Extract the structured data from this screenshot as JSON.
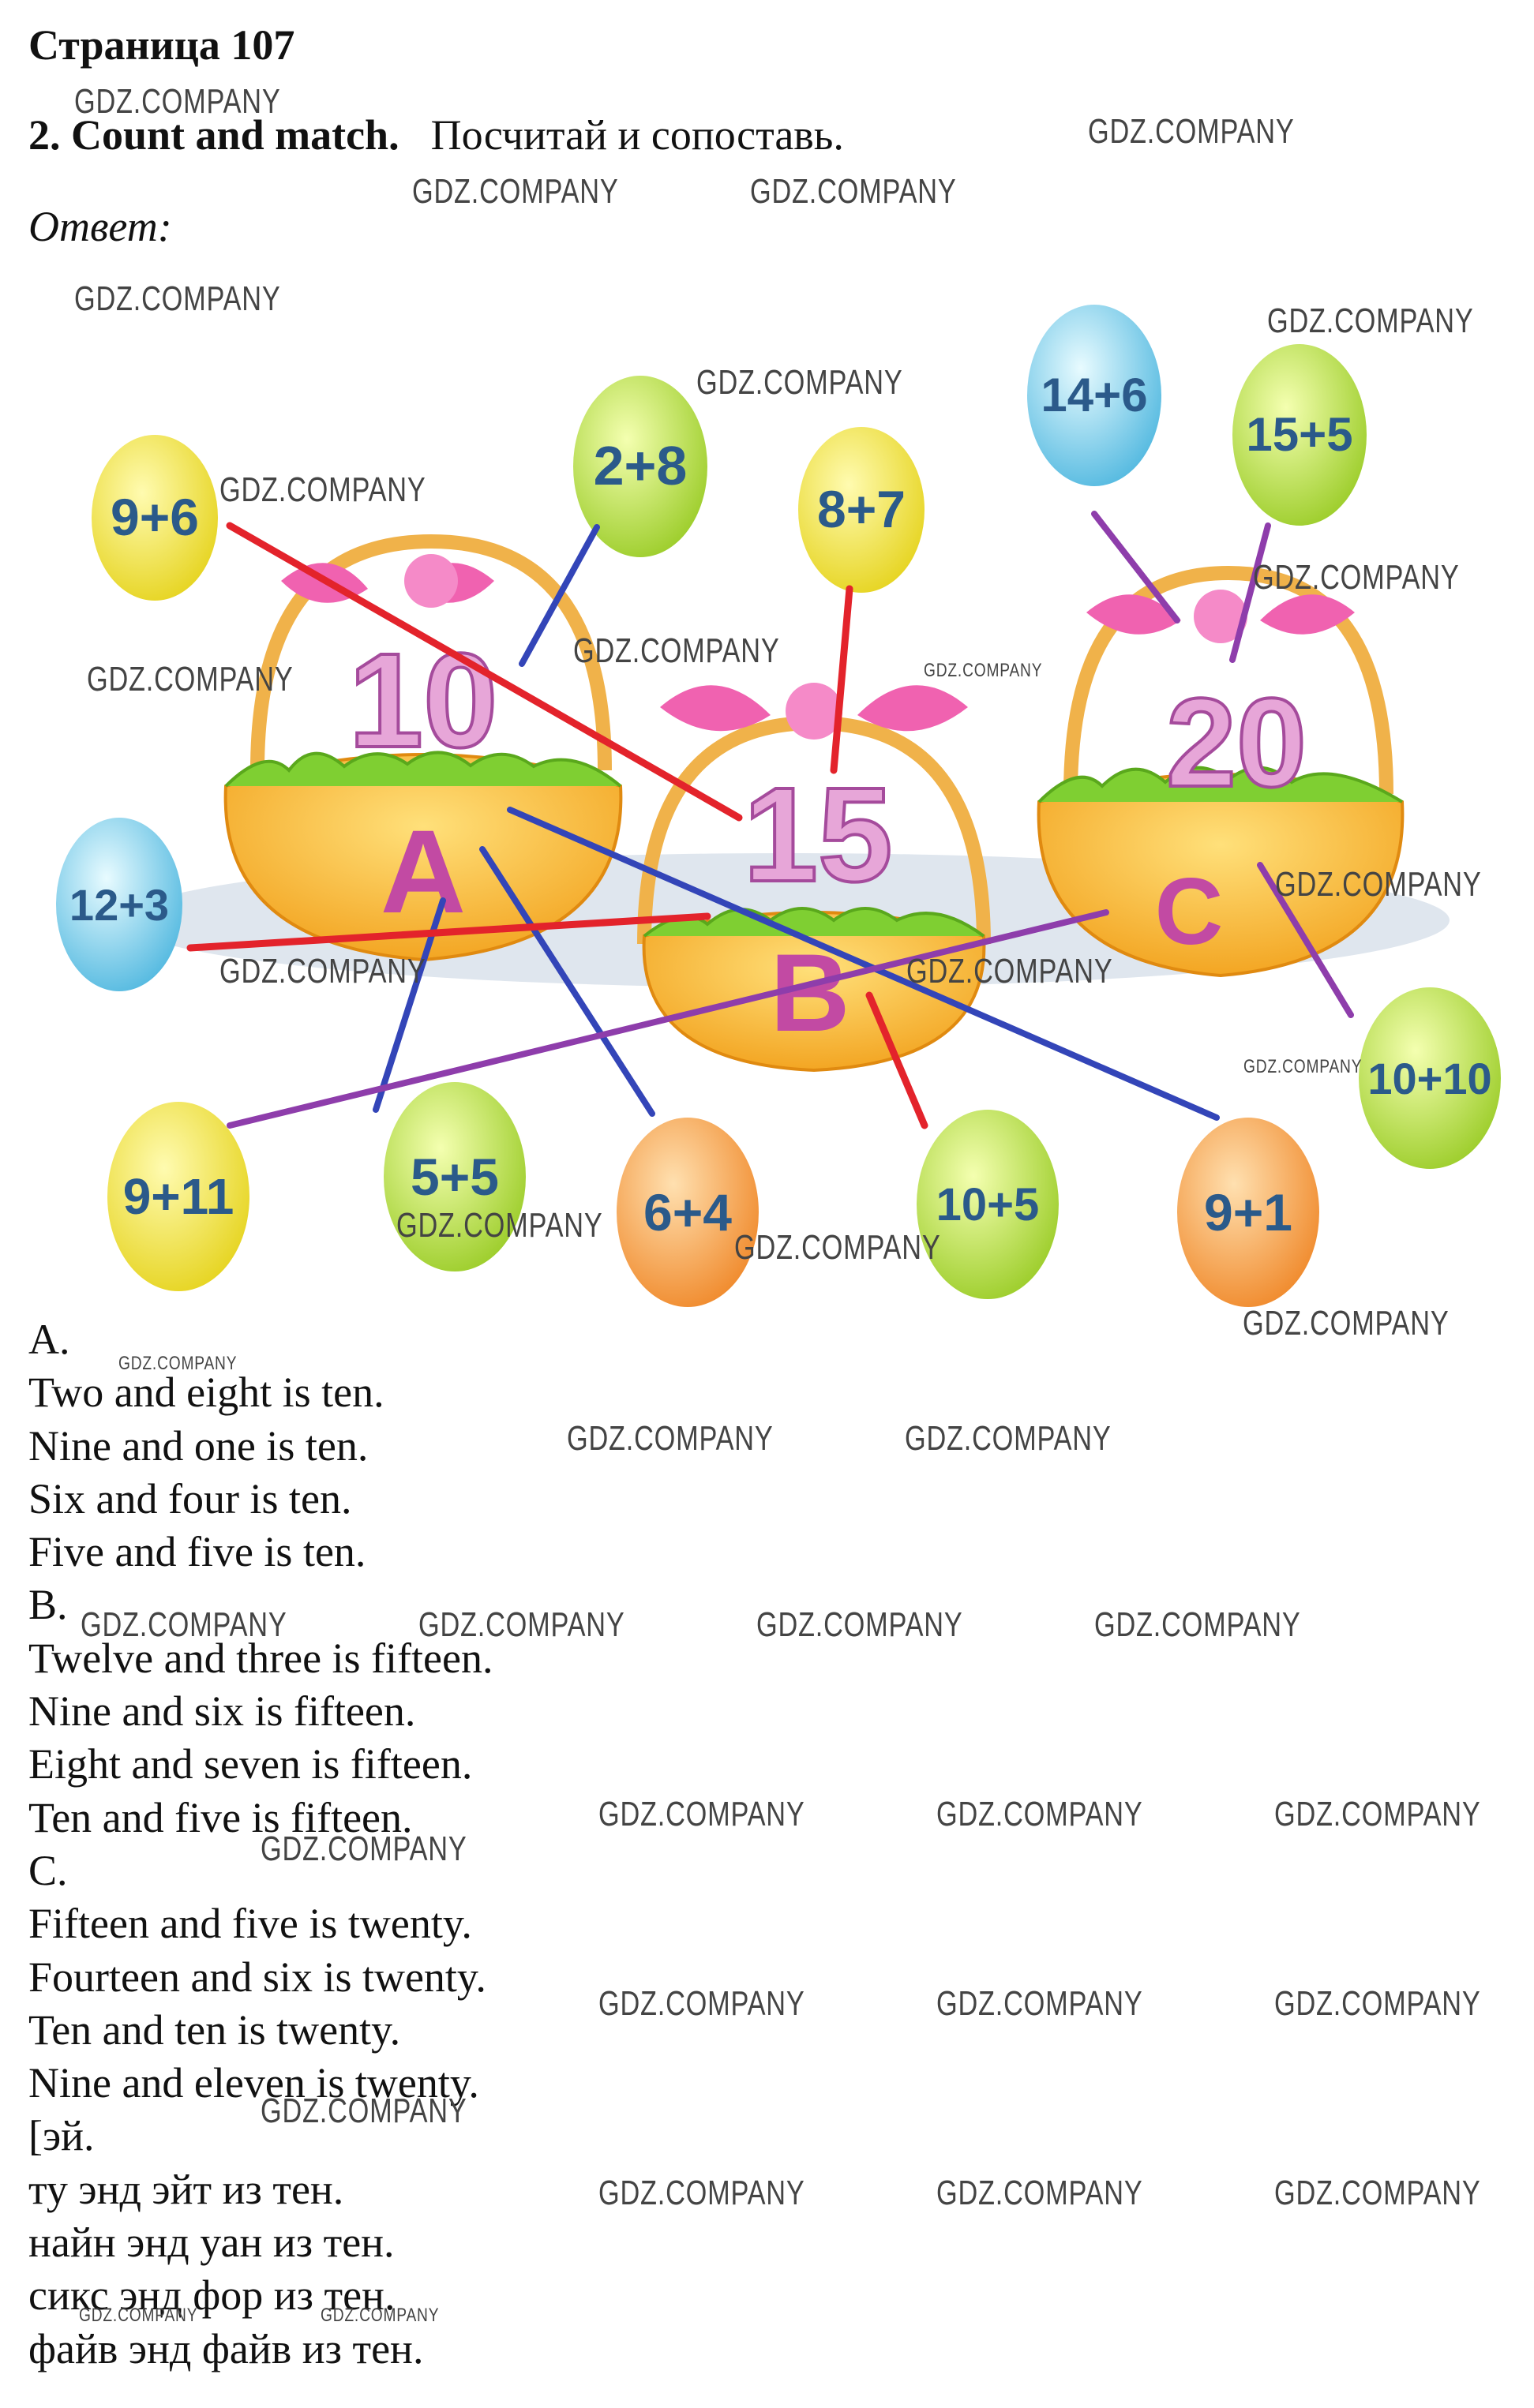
{
  "header": {
    "page_title": "Страница 107",
    "task_number_en": "2. Count and match.",
    "task_ru": "Посчитай и сопоставь.",
    "answer_label": "Ответ:"
  },
  "picture": {
    "baskets": [
      {
        "number": "10",
        "letter": "A"
      },
      {
        "number": "15",
        "letter": "B"
      },
      {
        "number": "20",
        "letter": "C"
      }
    ],
    "eggs": [
      "9+6",
      "2+8",
      "8+7",
      "14+6",
      "15+5",
      "12+3",
      "10+10",
      "9+11",
      "5+5",
      "6+4",
      "10+5",
      "9+1"
    ],
    "line_colors": {
      "A": "#3345b8",
      "B": "#e3232b",
      "C": "#8e3dab"
    }
  },
  "answers": [
    "A.",
    "Two and eight is ten.",
    "Nine and one is ten.",
    "Six and four is ten.",
    "Five and five is ten.",
    "B.",
    "Twelve and three is fifteen.",
    "Nine and six is fifteen.",
    "Eight and seven is fifteen.",
    "Ten and five is fifteen.",
    "C.",
    "Fifteen and five is twenty.",
    "Fourteen and six is twenty.",
    "Ten and ten is twenty.",
    "Nine and eleven is twenty.",
    "[эй.",
    "ту энд эйт из тен.",
    "найн энд уан из тен.",
    "сикс энд фор из тен.",
    "файв энд файв из тен."
  ],
  "watermark": "GDZ.COMPANY"
}
